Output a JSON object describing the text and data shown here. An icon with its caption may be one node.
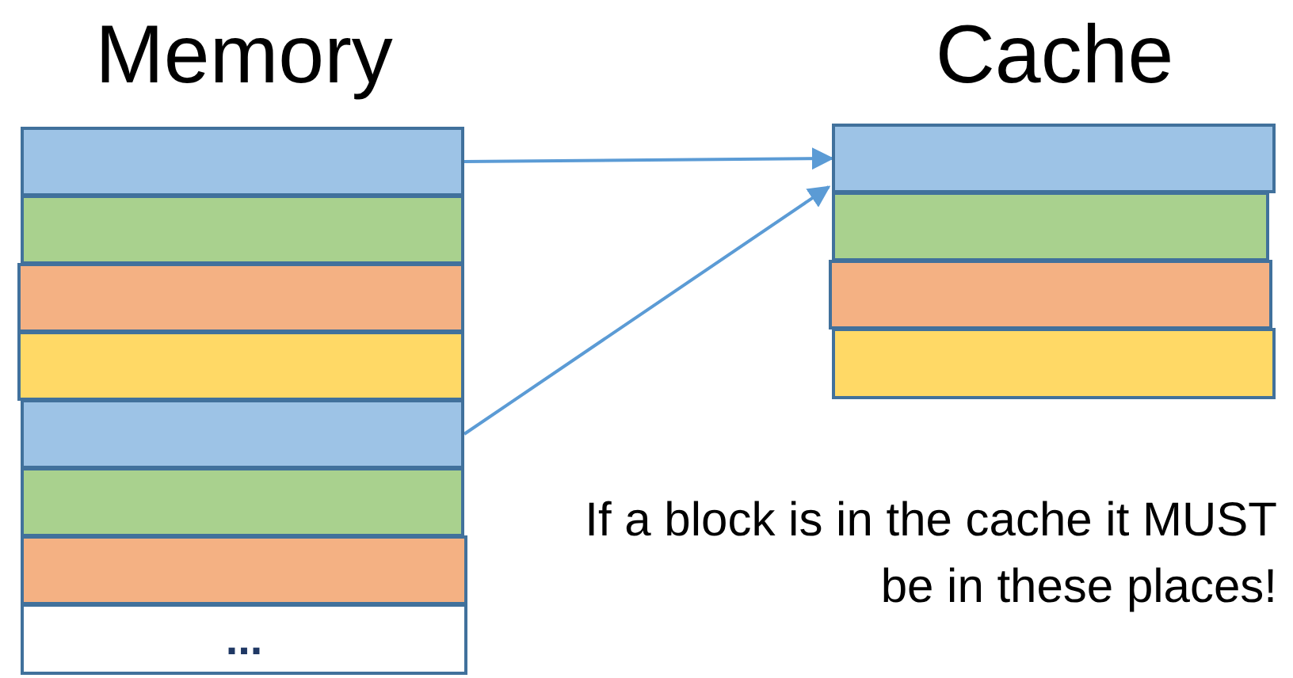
{
  "diagram": {
    "nodes": [
      {
        "text": [
          "Memory"
        ]
      },
      {
        "text": [],
        "shape": "box",
        "in": 0
      },
      {
        "text": [],
        "shape": "box",
        "in": 0
      },
      {
        "text": [],
        "shape": "box",
        "in": 0
      },
      {
        "text": [],
        "shape": "box",
        "in": 0
      },
      {
        "text": [],
        "shape": "box",
        "in": 0
      },
      {
        "text": [],
        "shape": "box",
        "in": 0
      },
      {
        "text": [],
        "shape": "box",
        "in": 0
      },
      {
        "text": [
          "..."
        ],
        "in": 0
      },
      {
        "text": [
          "Cache"
        ]
      },
      {
        "text": [],
        "shape": "box",
        "in": 9
      },
      {
        "text": [],
        "shape": "box",
        "in": 9
      },
      {
        "text": [],
        "shape": "box",
        "in": 9
      },
      {
        "text": [],
        "shape": "box",
        "in": 9
      }
    ],
    "edges": [
      {
        "from": 1,
        "to": 10,
        "arrow": "to"
      },
      {
        "from": 5,
        "to": 10,
        "arrow": "to"
      }
    ],
    "labels": [
      "If a block is in the cache it MUST be in these places!"
    ]
  }
}
